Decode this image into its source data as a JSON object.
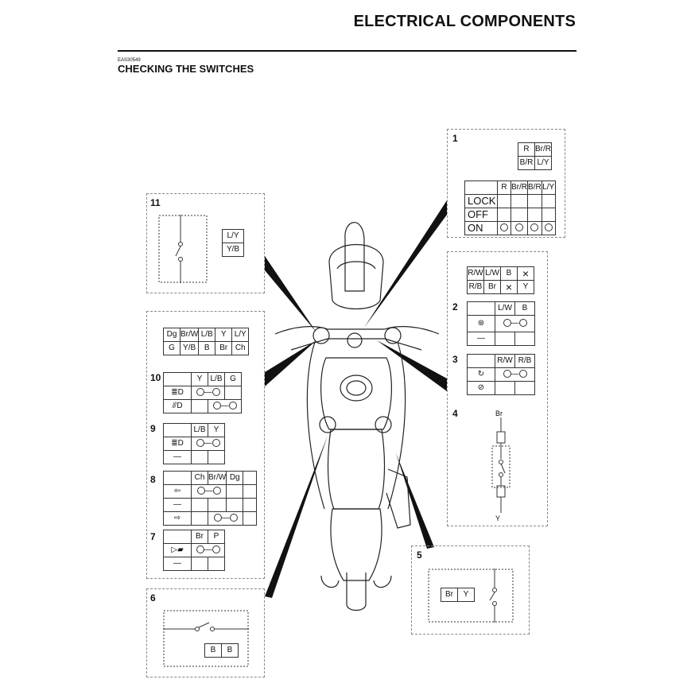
{
  "header": {
    "title": "ELECTRICAL COMPONENTS",
    "code": "EAS30549",
    "section": "CHECKING THE SWITCHES"
  },
  "panels": {
    "p1": {
      "number": "1",
      "connector": [
        "R",
        "Br/R",
        "B/R",
        "L/Y"
      ],
      "cols": [
        "R",
        "Br/R",
        "B/R",
        "L/Y"
      ],
      "rows": [
        "LOCK",
        "OFF",
        "ON"
      ]
    },
    "handlebar_right": {
      "connector_top": [
        "R/W",
        "L/W",
        "B"
      ],
      "connector_bottom": [
        "R/B",
        "Br",
        "Y"
      ]
    },
    "p2": {
      "number": "2",
      "cols": [
        "L/W",
        "B"
      ]
    },
    "p3": {
      "number": "3",
      "cols": [
        "R/W",
        "R/B"
      ]
    },
    "p4": {
      "number": "4",
      "top": "Br",
      "bottom": "Y"
    },
    "p5": {
      "number": "5",
      "connector": [
        "Br",
        "Y"
      ]
    },
    "p6": {
      "number": "6",
      "connector": [
        "B",
        "B"
      ]
    },
    "p11": {
      "number": "11",
      "connector": [
        "L/Y",
        "Y/B"
      ]
    },
    "handlebar_left": {
      "connector_top": [
        "Dg",
        "Br/W",
        "L/B",
        "Y",
        "L/Y"
      ],
      "connector_bottom": [
        "G",
        "Y/B",
        "B",
        "Br",
        "Ch"
      ]
    },
    "p10": {
      "number": "10",
      "cols": [
        "Y",
        "L/B",
        "G"
      ]
    },
    "p9": {
      "number": "9",
      "cols": [
        "L/B",
        "Y"
      ]
    },
    "p8": {
      "number": "8",
      "cols": [
        "Ch",
        "Br/W",
        "Dg"
      ]
    },
    "p7": {
      "number": "7",
      "cols": [
        "Br",
        "P"
      ]
    }
  }
}
